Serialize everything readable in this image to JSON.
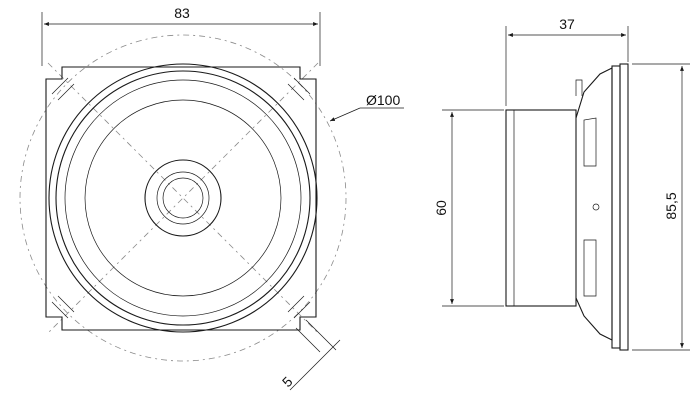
{
  "dimensions": {
    "width": "83",
    "diameter": "Ø100",
    "slot": "5",
    "depth": "37",
    "magnet_height": "60",
    "frame_height": "85,5"
  },
  "colors": {
    "line": "#1a1a1a",
    "center_line": "#8a8a8a",
    "background": "#ffffff"
  }
}
